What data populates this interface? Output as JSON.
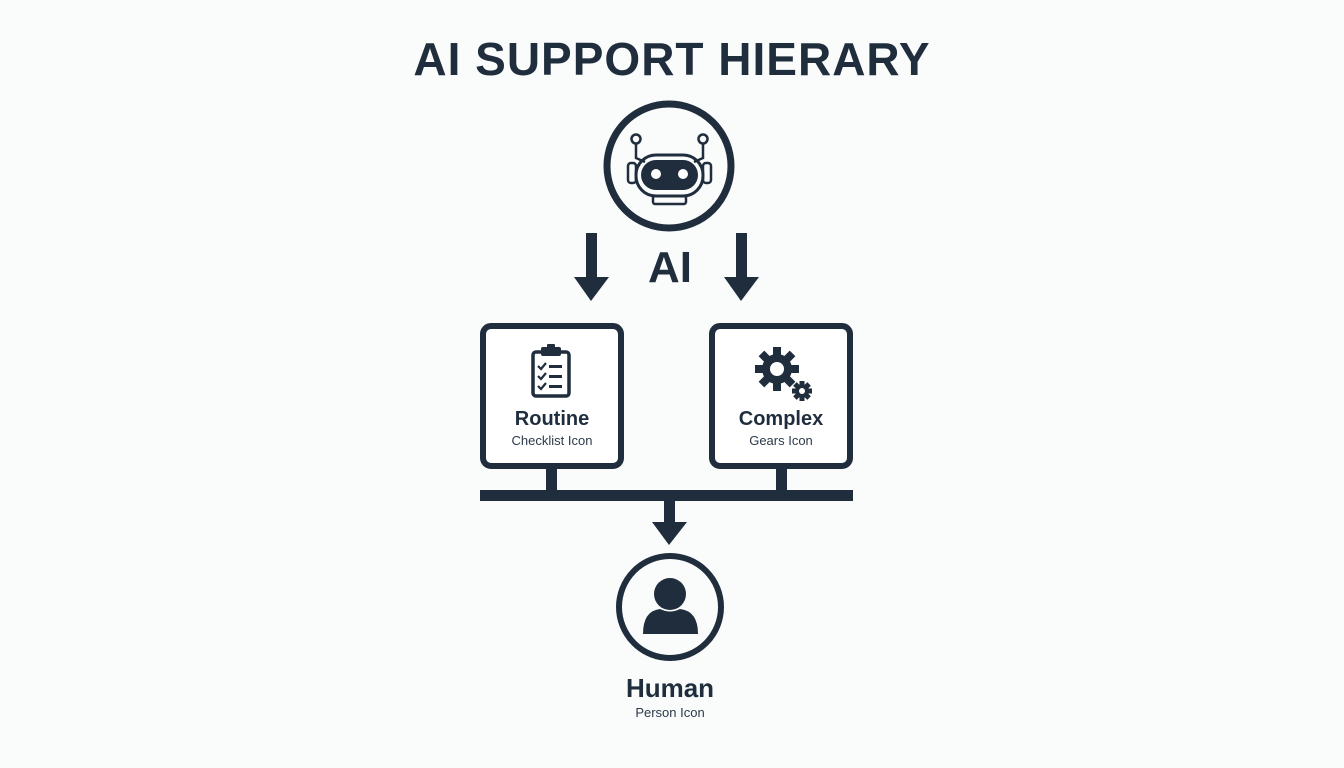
{
  "title": "AI SUPPORT HIERARY",
  "colors": {
    "primary": "#1f2d3d",
    "background": "#fafbfb",
    "box_fill": "#ffffff"
  },
  "nodes": {
    "ai": {
      "label": "AI",
      "icon": "robot-icon"
    },
    "routine": {
      "label": "Routine",
      "sublabel": "Checklist Icon",
      "icon": "checklist-icon"
    },
    "complex": {
      "label": "Complex",
      "sublabel": "Gears Icon",
      "icon": "gears-icon"
    },
    "human": {
      "label": "Human",
      "sublabel": "Person Icon",
      "icon": "person-icon"
    }
  },
  "edges": [
    {
      "from": "ai",
      "to": "routine"
    },
    {
      "from": "ai",
      "to": "complex"
    },
    {
      "from": "routine",
      "to": "human"
    },
    {
      "from": "complex",
      "to": "human"
    }
  ]
}
